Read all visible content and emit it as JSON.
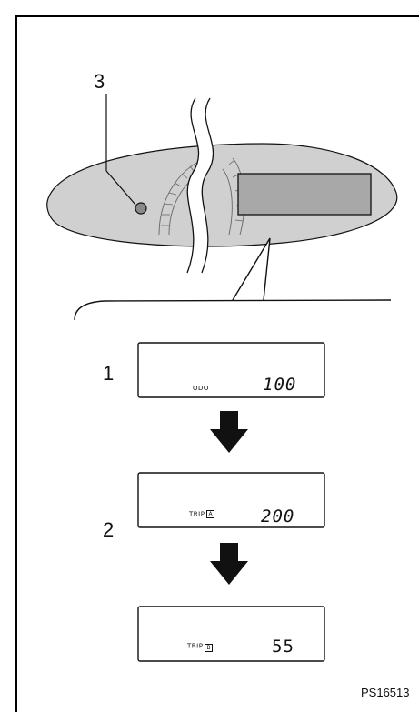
{
  "colors": {
    "panel_fill": "#d0d0d0",
    "display_fill": "#a8a8a8",
    "stroke": "#111111"
  },
  "callouts": {
    "one": "1",
    "two": "2",
    "three": "3"
  },
  "displays": [
    {
      "mode": "ODO",
      "value": "100"
    },
    {
      "mode": "TRIP",
      "tag": "A",
      "value": "200"
    },
    {
      "mode": "TRIP",
      "tag": "B",
      "value": "55"
    }
  ],
  "icons": {
    "arrow": "down-arrow-icon",
    "knob": "reset-knob-icon"
  },
  "figure_code": "PS16513"
}
